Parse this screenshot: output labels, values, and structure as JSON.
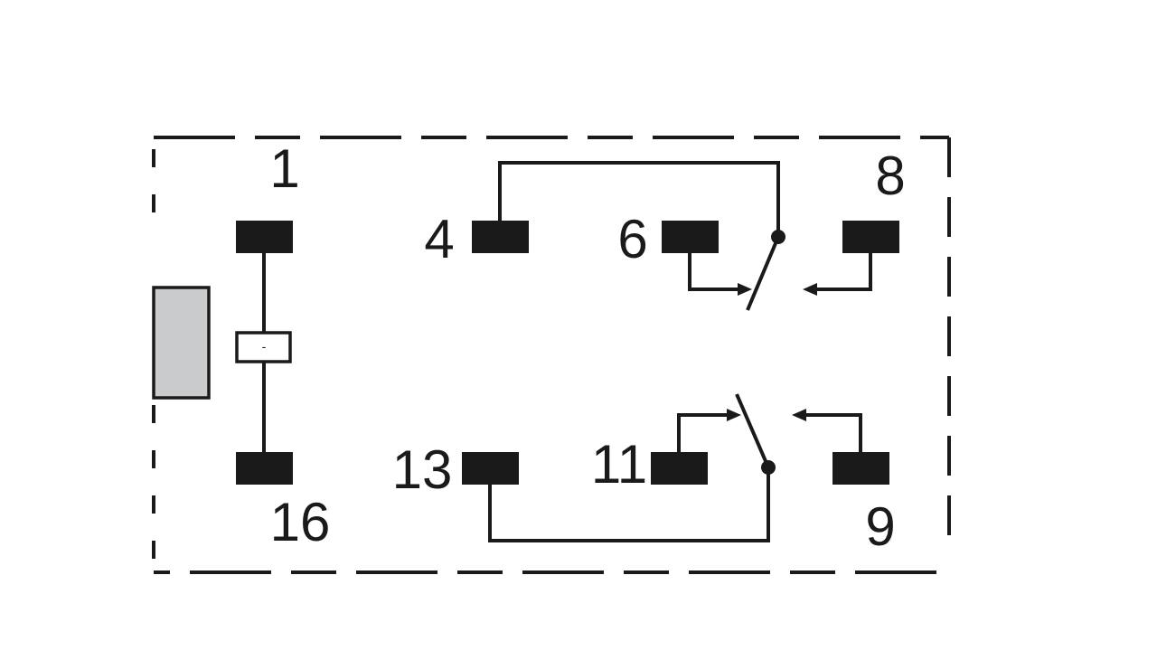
{
  "pins": {
    "p1": "1",
    "p4": "4",
    "p6": "6",
    "p8": "8",
    "p13": "13",
    "p11": "11",
    "p16": "16",
    "p9": "9"
  },
  "coil_mark": "-",
  "colors": {
    "line": "#1a1a1a",
    "pad": "#1a1a1a",
    "body": "#c9cbcc",
    "background": "#ffffff"
  }
}
